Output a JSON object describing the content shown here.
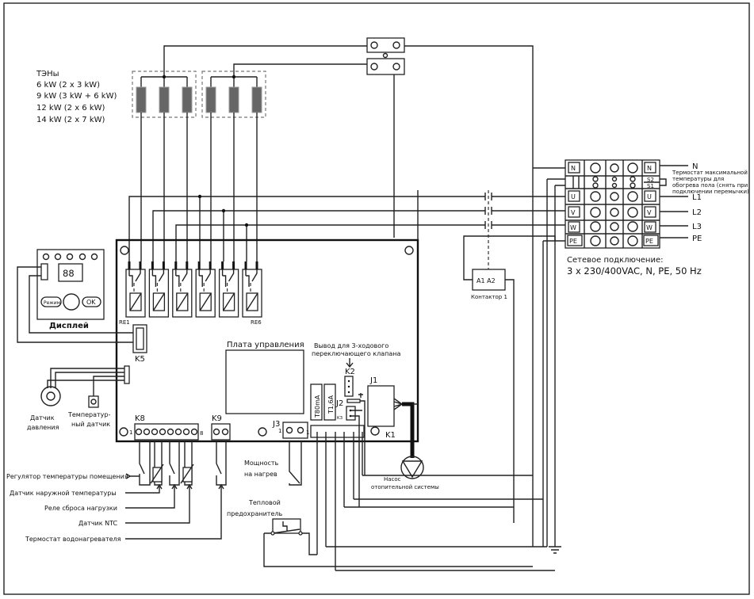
{
  "heaters": {
    "title": "ТЭНы",
    "options": [
      "6 kW (2 x 3 kW)",
      "9 kW (3 kW + 6 kW)",
      "12 kW (2 x 6 kW)",
      "14 kW (2 x 7 kW)"
    ]
  },
  "terminal": {
    "rows": [
      "N",
      "S2",
      "S1",
      "U",
      "V",
      "W",
      "PE"
    ],
    "outputs": {
      "n": "N",
      "l1": "L1",
      "l2": "L2",
      "l3": "L3",
      "pe": "PE"
    },
    "thermostat_note": [
      "Термостат максимальной",
      "температуры для",
      "обогрева пола (снять при",
      "подключении перемычки)"
    ],
    "network_title": "Сетевое подключение:",
    "network_spec": "3 x 230/400VAC, N, PE, 50 Hz"
  },
  "contactor": {
    "coil": "A1 A2",
    "label": "Контактор 1"
  },
  "relays": {
    "first": "RE1",
    "last": "RE6"
  },
  "display": {
    "digits": "88",
    "mode_button": "Режим",
    "ok_button": "OK",
    "label": "Дисплей"
  },
  "connectors": {
    "k5": "K5",
    "k8": "K8",
    "k8_pin_first": "1",
    "k8_pin_last": "8",
    "k9": "K9",
    "j3": "J3",
    "j3_pin": "1",
    "conn_pin": "1",
    "k2": "K2",
    "j2": "J2",
    "k3": "K3",
    "j1": "J1",
    "k1": "K1",
    "k_pin": "1"
  },
  "fuses": {
    "f1": "T80mA",
    "f2": "T1,6A"
  },
  "board": {
    "label": "Плата управления"
  },
  "valve": {
    "line1": "Вывод для 3-ходового",
    "line2": "переключающего клапана"
  },
  "pump": {
    "line1": "Насос",
    "line2": "отопительной системы"
  },
  "sensors": {
    "pressure": [
      "Датчик",
      "давления"
    ],
    "temperature": [
      "Температур-",
      "ный датчик"
    ]
  },
  "inputs": [
    "Регулятор температуры помещения",
    "Датчик наружной температуры",
    "Реле сброса нагрузки",
    "Датчик NTC",
    "Термостат водонагревателя"
  ],
  "power_switch": [
    "Мощность",
    "на нагрев"
  ],
  "thermal_fuse": [
    "Тепловой",
    "предохранитель"
  ]
}
